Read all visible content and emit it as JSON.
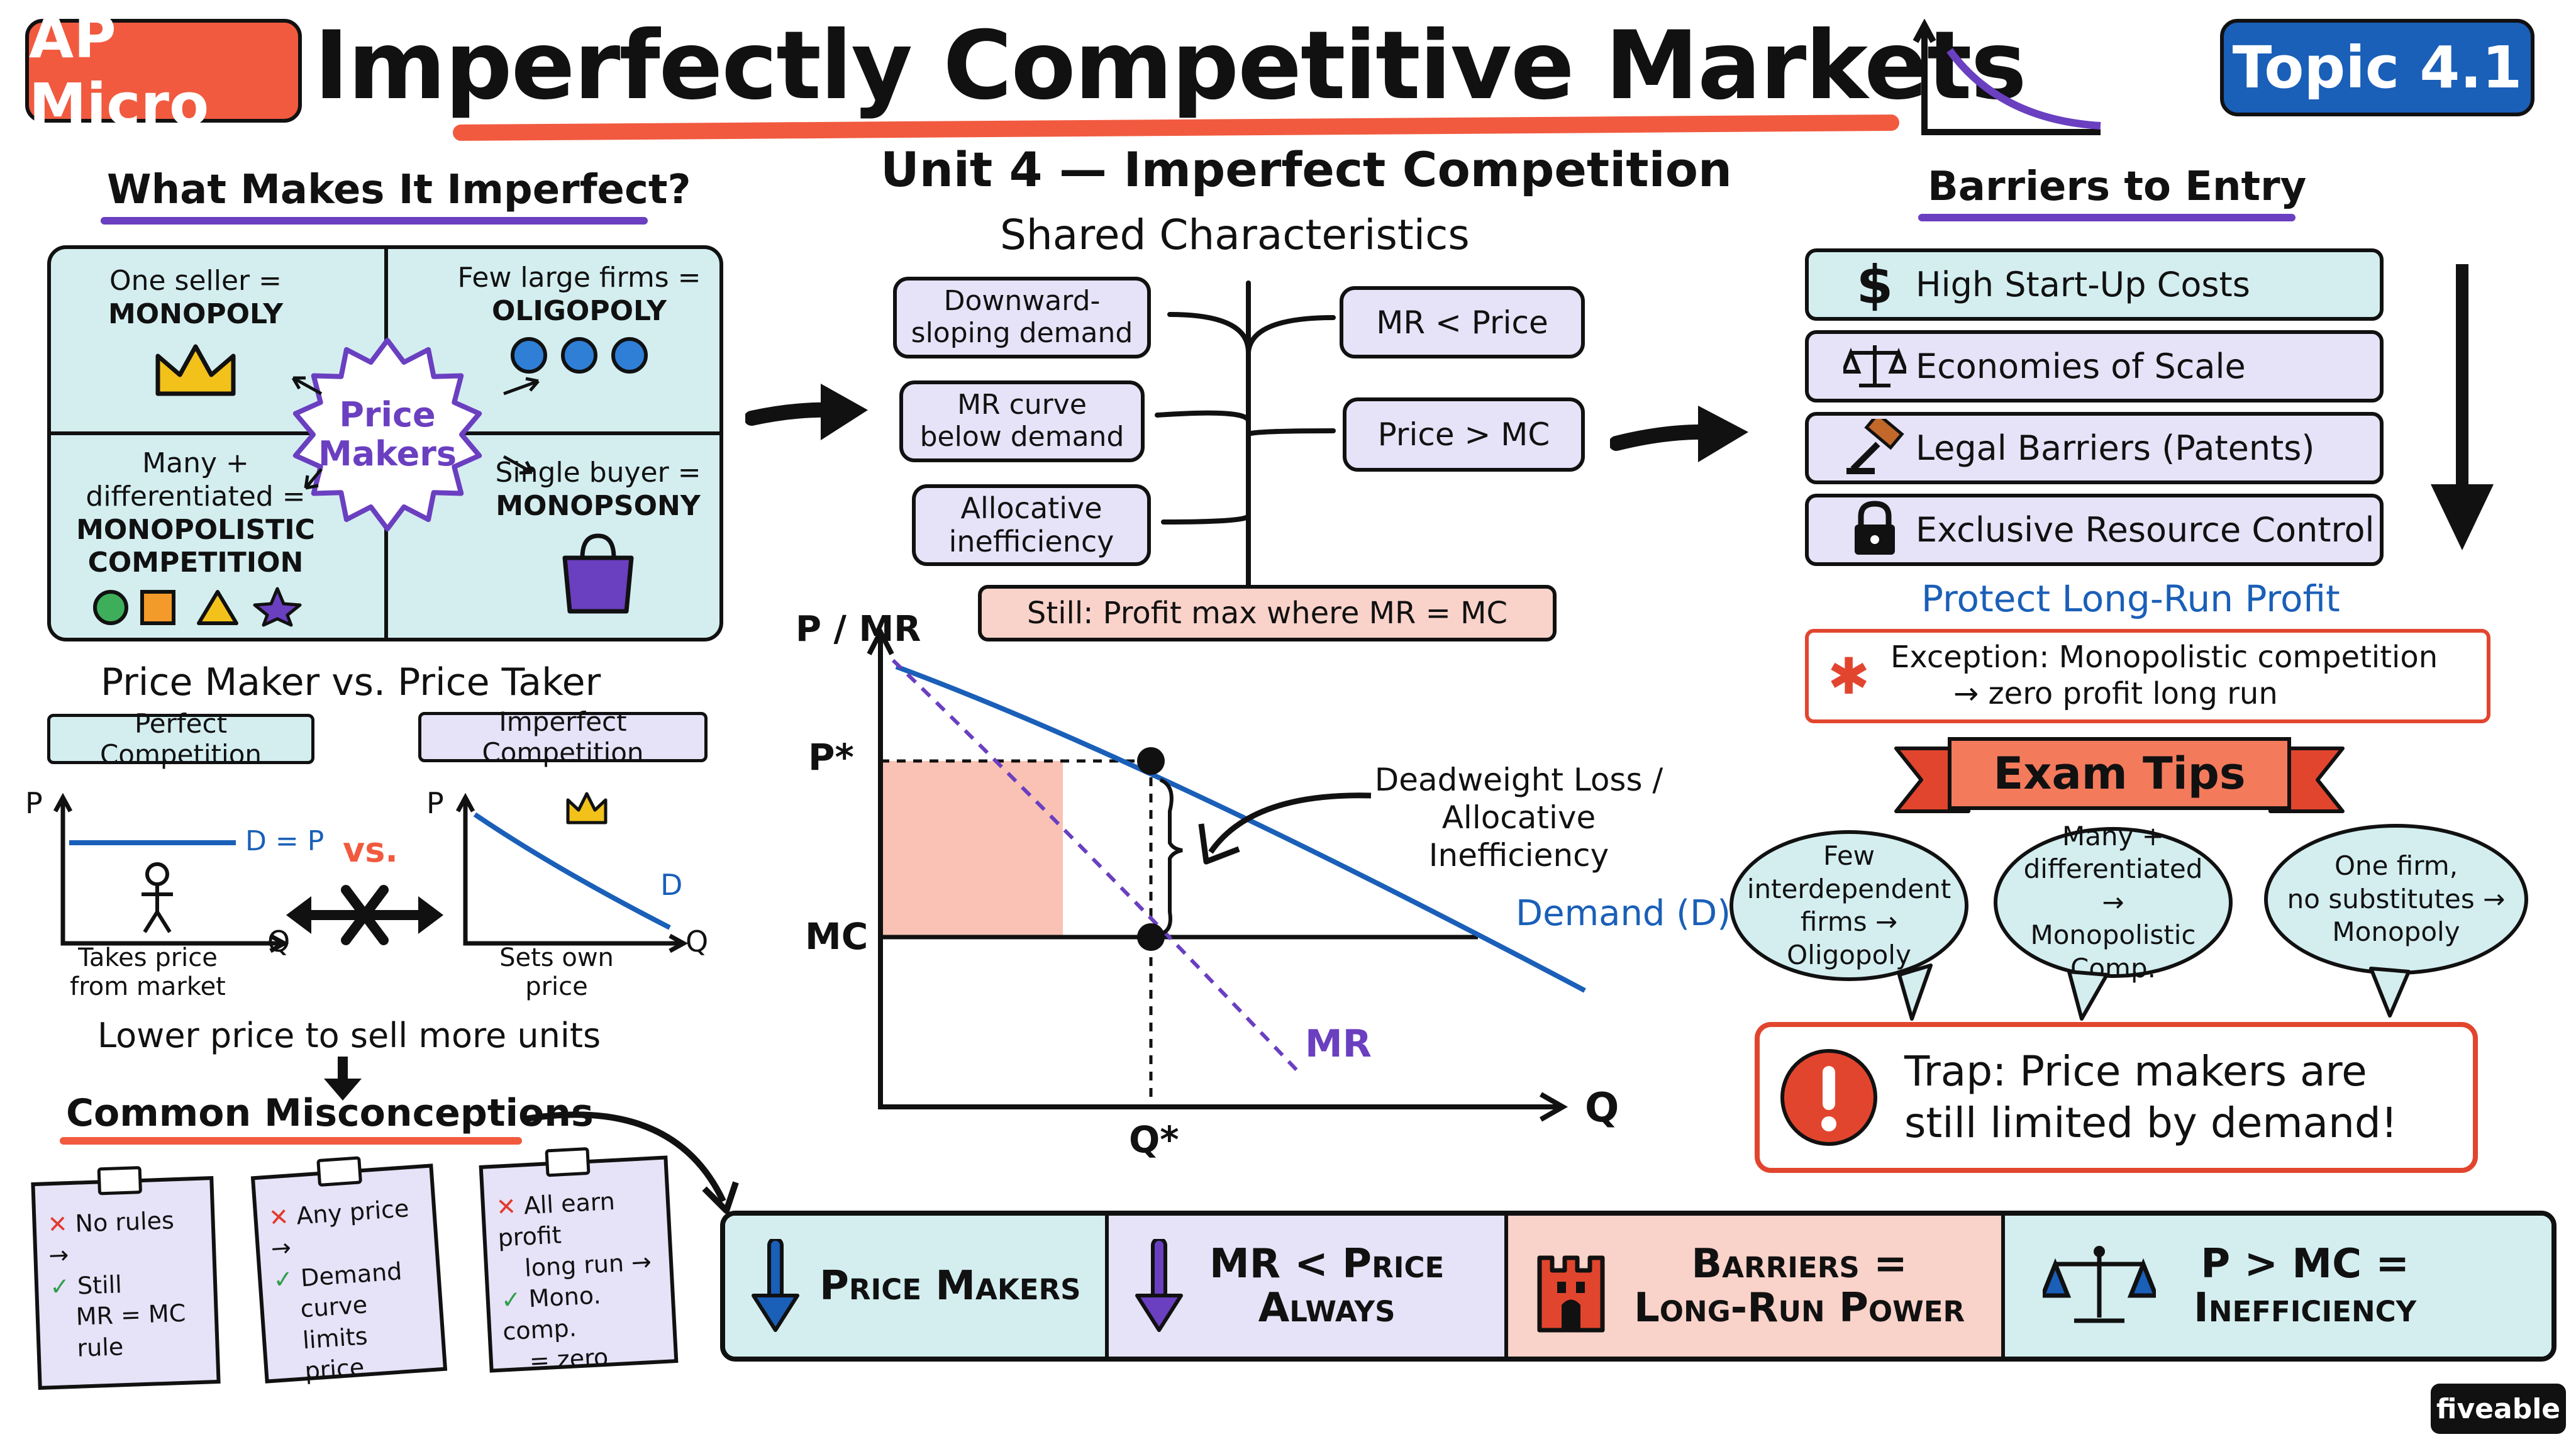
{
  "header": {
    "badge_left": "AP Micro",
    "title": "Imperfectly Competitive Markets",
    "badge_right": "Topic 4.1"
  },
  "colors": {
    "accent_red": "#f15a3f",
    "accent_blue": "#1a5fb8",
    "teal": "#d4eef0",
    "lavender": "#e6e2f7",
    "pink": "#f9d2c9",
    "purple": "#6a3fc0"
  },
  "left": {
    "heading": "What Makes It Imperfect?",
    "q1": {
      "line1": "One seller =",
      "line2": "MONOPOLY",
      "icon": "crown-icon"
    },
    "q2": {
      "line1": "Few large firms =",
      "line2": "OLIGOPOLY",
      "icon": "three-circles-icon"
    },
    "q3": {
      "line1": "Many +",
      "line2": "differentiated =",
      "line3": "MONOPOLISTIC",
      "line4": "COMPETITION",
      "icon": "shapes-icon"
    },
    "q4": {
      "line1": "Single buyer =",
      "line2": "MONOPSONY",
      "icon": "shopping-bag-icon"
    },
    "center_line1": "Price",
    "center_line2": "Makers",
    "pm_heading": "Price Maker vs. Price Taker",
    "tag_perfect": "Perfect Competition",
    "tag_imperfect": "Imperfect Competition",
    "graph1": {
      "p": "P",
      "q": "Q",
      "curve": "D = P",
      "cap1": "Takes price",
      "cap2": "from market"
    },
    "vs": "vs.",
    "graph2": {
      "p": "P",
      "q": "Q",
      "curve": "D",
      "cap1": "Sets own",
      "cap2": "price"
    },
    "lower_price": "Lower price to sell more units",
    "misc_heading": "Common Misconceptions",
    "notes": [
      {
        "x1": "No rules →",
        "c1": "Still",
        "c2": "MR = MC",
        "c3": "rule"
      },
      {
        "x1": "Any price →",
        "c1": "Demand",
        "c2": "curve limits",
        "c3": "price"
      },
      {
        "x1": "All earn profit",
        "x2": "long run →",
        "c1": "Mono. comp.",
        "c2": "= zero"
      }
    ]
  },
  "middle": {
    "unit_title": "Unit 4 — Imperfect Competition",
    "shared": "Shared Characteristics",
    "left_boxes": [
      {
        "l1": "Downward-",
        "l2": "sloping demand"
      },
      {
        "l1": "MR curve",
        "l2": "below demand"
      },
      {
        "l1": "Allocative",
        "l2": "inefficiency"
      }
    ],
    "right_boxes": [
      "MR < Price",
      "Price > MC"
    ],
    "bottom_box": "Still: Profit max where MR = MC",
    "graph": {
      "y_label": "P / MR",
      "x_label": "Q",
      "p_star": "P*",
      "mc": "MC",
      "q_star": "Q*",
      "dwl_line1": "Deadweight Loss /",
      "dwl_line2": "Allocative Inefficiency",
      "demand": "Demand (D)",
      "mr": "MR"
    }
  },
  "right": {
    "heading": "Barriers to Entry",
    "barriers": [
      {
        "label": "High Start-Up Costs",
        "icon": "dollar-icon"
      },
      {
        "label": "Economies of Scale",
        "icon": "balance-scale-icon"
      },
      {
        "label": "Legal Barriers (Patents)",
        "icon": "gavel-icon"
      },
      {
        "label": "Exclusive Resource Control",
        "icon": "lock-icon"
      }
    ],
    "protect": "Protect Long-Run Profit",
    "exception_l1": "Exception: Monopolistic competition",
    "exception_l2": "→ zero profit long run",
    "exam_tips": "Exam Tips",
    "bubbles": [
      {
        "l1": "Few",
        "l2": "interdependent",
        "l3": "firms →",
        "l4": "Oligopoly"
      },
      {
        "l1": "Many +",
        "l2": "differentiated →",
        "l3": "Monopolistic",
        "l4": "Comp."
      },
      {
        "l1": "One firm,",
        "l2": "no substitutes →",
        "l3": "Monopoly"
      }
    ],
    "trap_l1": "Trap: Price makers are",
    "trap_l2": "still limited by demand!"
  },
  "bottom_bar": [
    {
      "l1": "Price Makers",
      "icon": "down-arrow-blue-icon"
    },
    {
      "l1": "MR < Price",
      "l2": "Always",
      "icon": "down-arrow-purple-icon"
    },
    {
      "l1": "Barriers =",
      "l2": "Long-Run Power",
      "icon": "castle-icon"
    },
    {
      "l1": "P > MC =",
      "l2": "Inefficiency",
      "icon": "balance-scale-icon"
    }
  ],
  "footer": {
    "brand": "fiveable"
  }
}
